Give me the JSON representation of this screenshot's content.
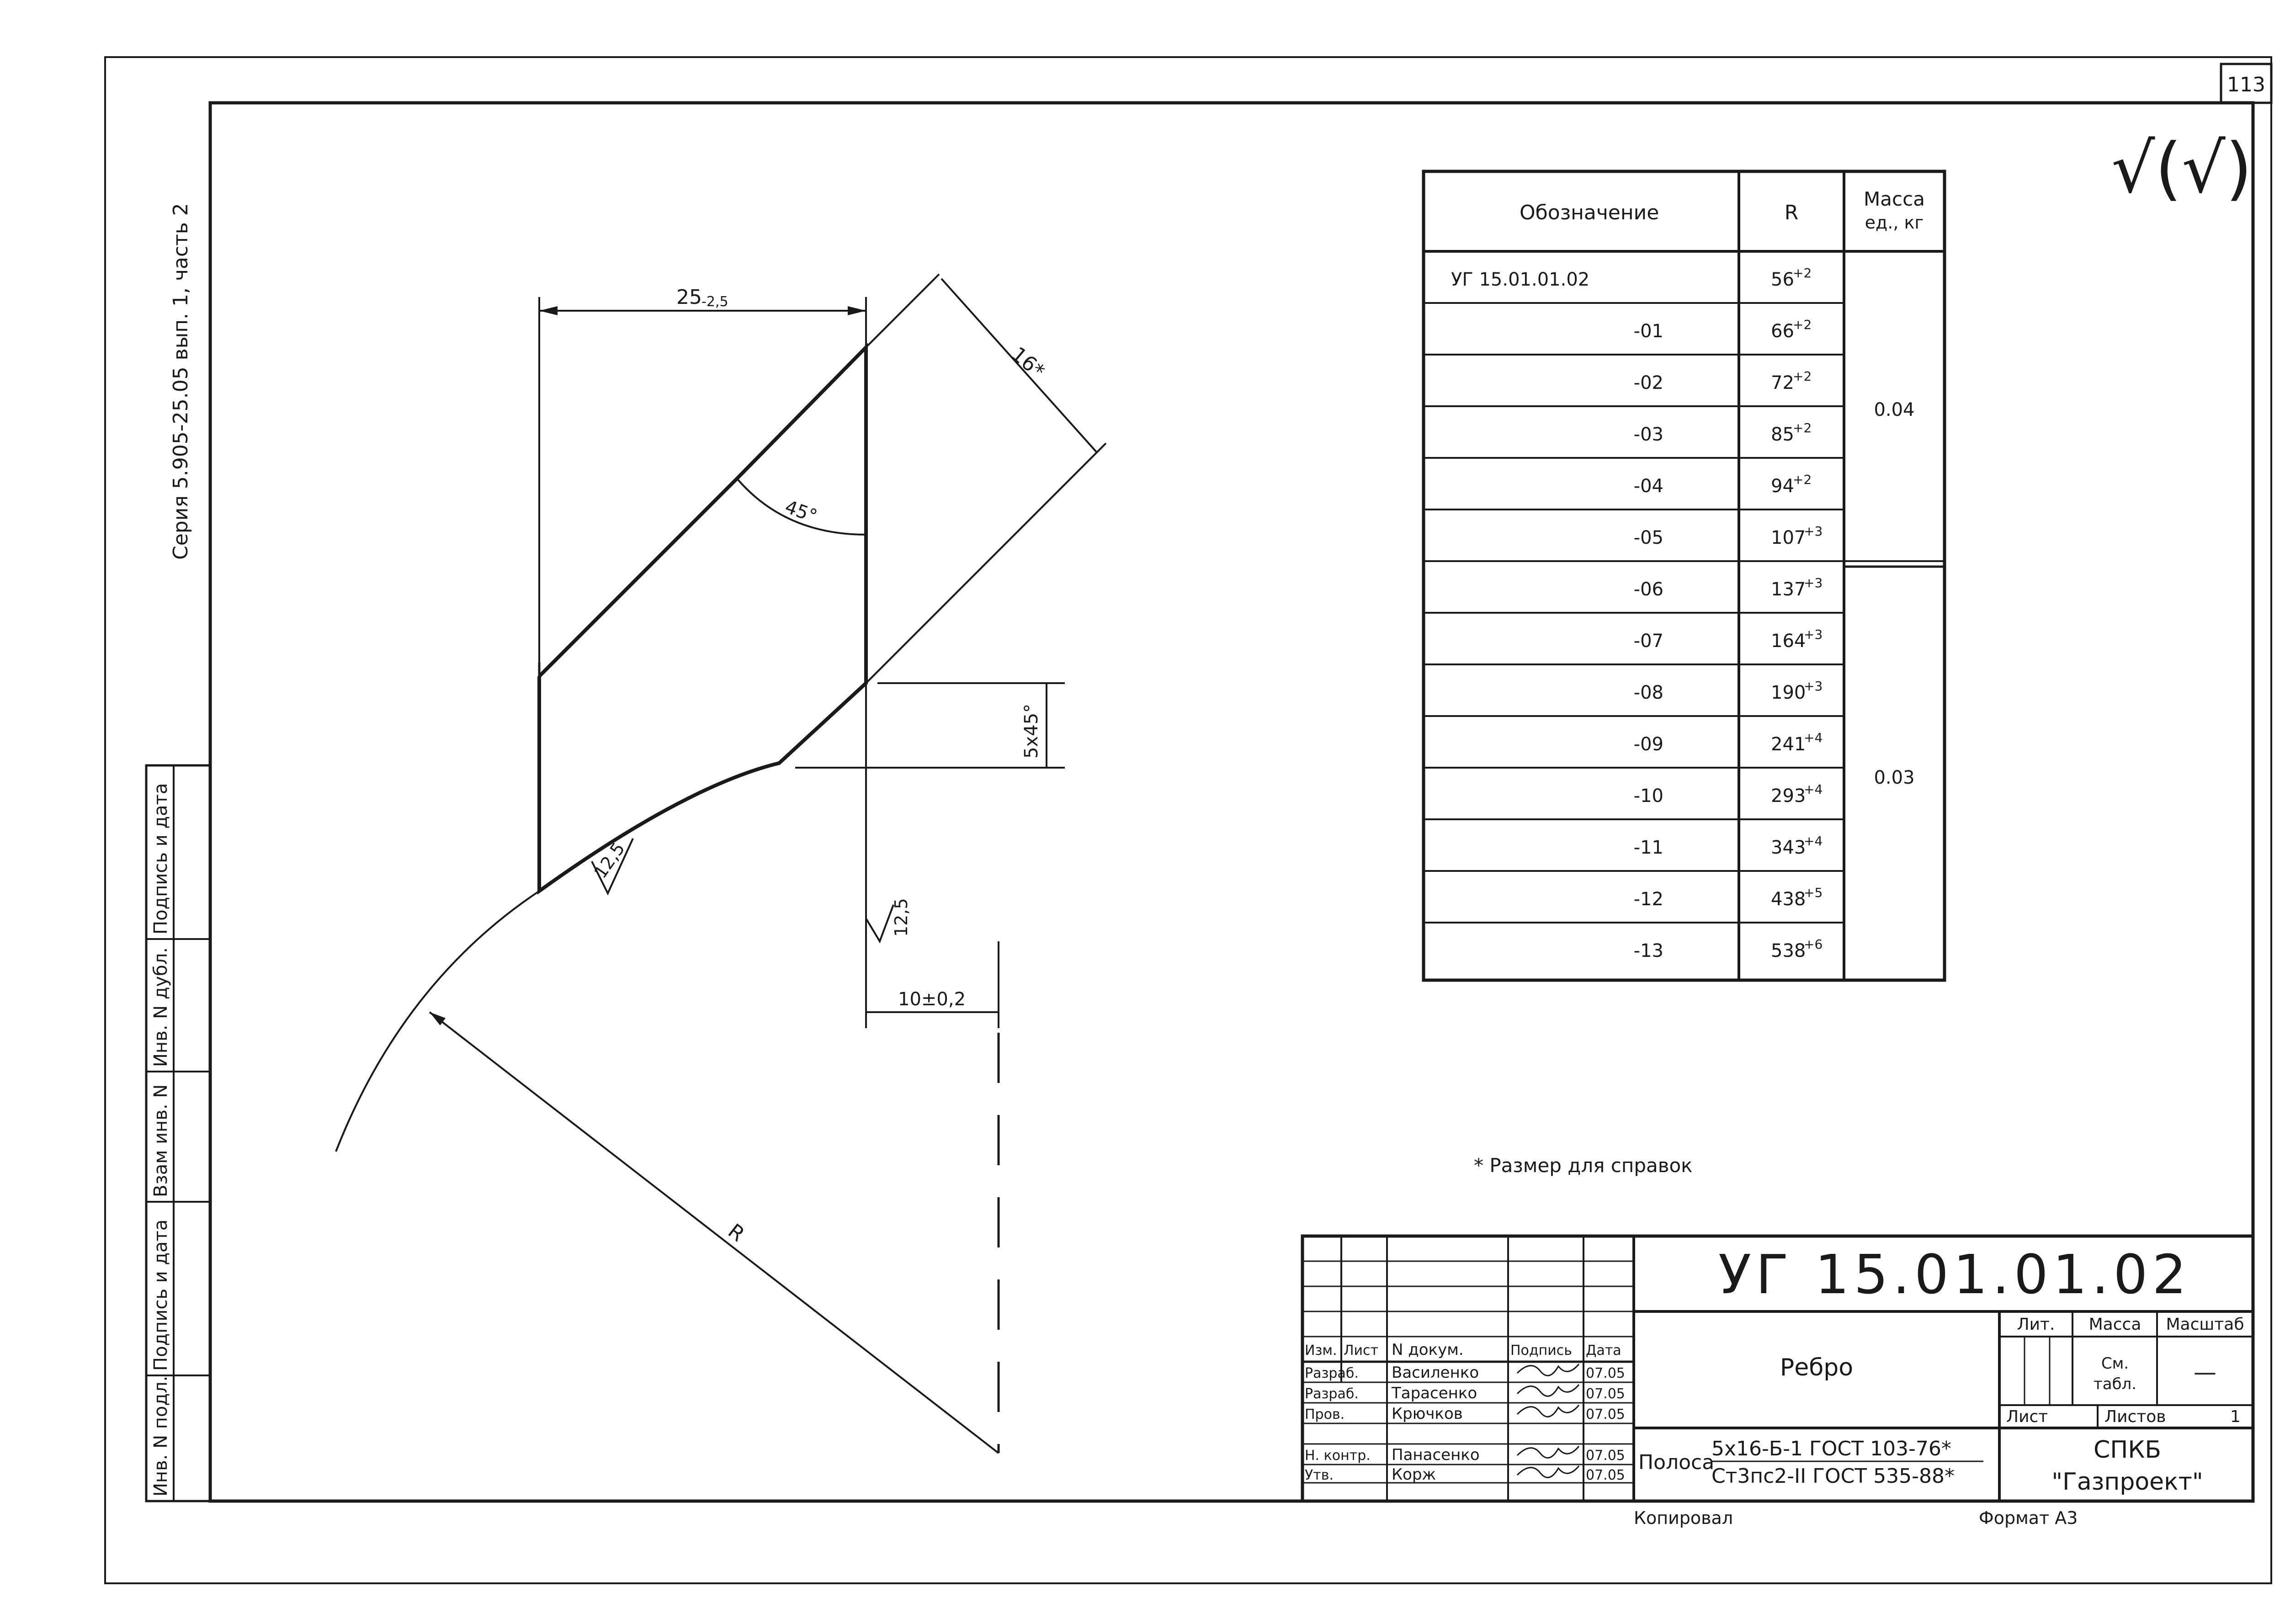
{
  "page_number": "113",
  "series_label": "Серия 5.905-25.05 вып. 1, часть 2",
  "check_mark": "√(√)",
  "drawing": {
    "dim_width": "25",
    "dim_width_tol": "-2,5",
    "dim_diag": "16*",
    "dim_angle": "45°",
    "dim_chamfer": "5x45°",
    "roughness_1": "12,5",
    "roughness_2": "12,5",
    "dim_thickness": "10±0,2",
    "dim_radius": "R"
  },
  "spec_table": {
    "headers": {
      "designation": "Обозначение",
      "r": "R",
      "mass_line1": "Масса",
      "mass_line2": "ед., кг"
    },
    "rows": [
      {
        "designation": "УГ 15.01.01.02",
        "r": "56",
        "tol": "+2"
      },
      {
        "designation": "-01",
        "r": "66",
        "tol": "+2"
      },
      {
        "designation": "-02",
        "r": "72",
        "tol": "+2"
      },
      {
        "designation": "-03",
        "r": "85",
        "tol": "+2"
      },
      {
        "designation": "-04",
        "r": "94",
        "tol": "+2"
      },
      {
        "designation": "-05",
        "r": "107",
        "tol": "+3"
      },
      {
        "designation": "-06",
        "r": "137",
        "tol": "+3"
      },
      {
        "designation": "-07",
        "r": "164",
        "tol": "+3"
      },
      {
        "designation": "-08",
        "r": "190",
        "tol": "+3"
      },
      {
        "designation": "-09",
        "r": "241",
        "tol": "+4"
      },
      {
        "designation": "-10",
        "r": "293",
        "tol": "+4"
      },
      {
        "designation": "-11",
        "r": "343",
        "tol": "+4"
      },
      {
        "designation": "-12",
        "r": "438",
        "tol": "+5"
      },
      {
        "designation": "-13",
        "r": "538",
        "tol": "+6"
      }
    ],
    "mass_group_1": "0.04",
    "mass_group_2": "0.03"
  },
  "note": "* Размер для справок",
  "side_stamp": {
    "cell_1": "Подпись и дата",
    "cell_2": "Инв. N дубл.",
    "cell_3": "Взам инв. N",
    "cell_4": "Подпись и дата",
    "cell_5": "Инв. N подл."
  },
  "title_block": {
    "doc_number": "УГ 15.01.01.02",
    "part_name": "Ребро",
    "material_prefix": "Полоса",
    "material_top": "5x16-Б-1 ГОСТ 103-76*",
    "material_bottom": "Ст3пс2-II ГОСТ 535-88*",
    "org_line1": "СПКБ",
    "org_line2": "\"Газпроект\"",
    "lit_label": "Лит.",
    "mass_label": "Масса",
    "scale_label": "Масштаб",
    "mass_value_1": "См.",
    "mass_value_2": "табл.",
    "scale_value": "—",
    "sheet_label": "Лист",
    "sheets_label": "Листов",
    "sheets_value": "1",
    "col_izm": "Изм.",
    "col_list": "Лист",
    "col_doc": "N докум.",
    "col_sign": "Подпись",
    "col_date": "Дата",
    "people": [
      {
        "role": "Разраб.",
        "name": "Василенко",
        "date": "07.05"
      },
      {
        "role": "Разраб.",
        "name": "Тарасенко",
        "date": "07.05"
      },
      {
        "role": "Пров.",
        "name": "Крючков",
        "date": "07.05"
      },
      {
        "role": "Н. контр.",
        "name": "Панасенко",
        "date": "07.05"
      },
      {
        "role": "Утв.",
        "name": "Корж",
        "date": "07.05"
      }
    ],
    "copied_label": "Копировал",
    "format_label": "Формат А3"
  }
}
